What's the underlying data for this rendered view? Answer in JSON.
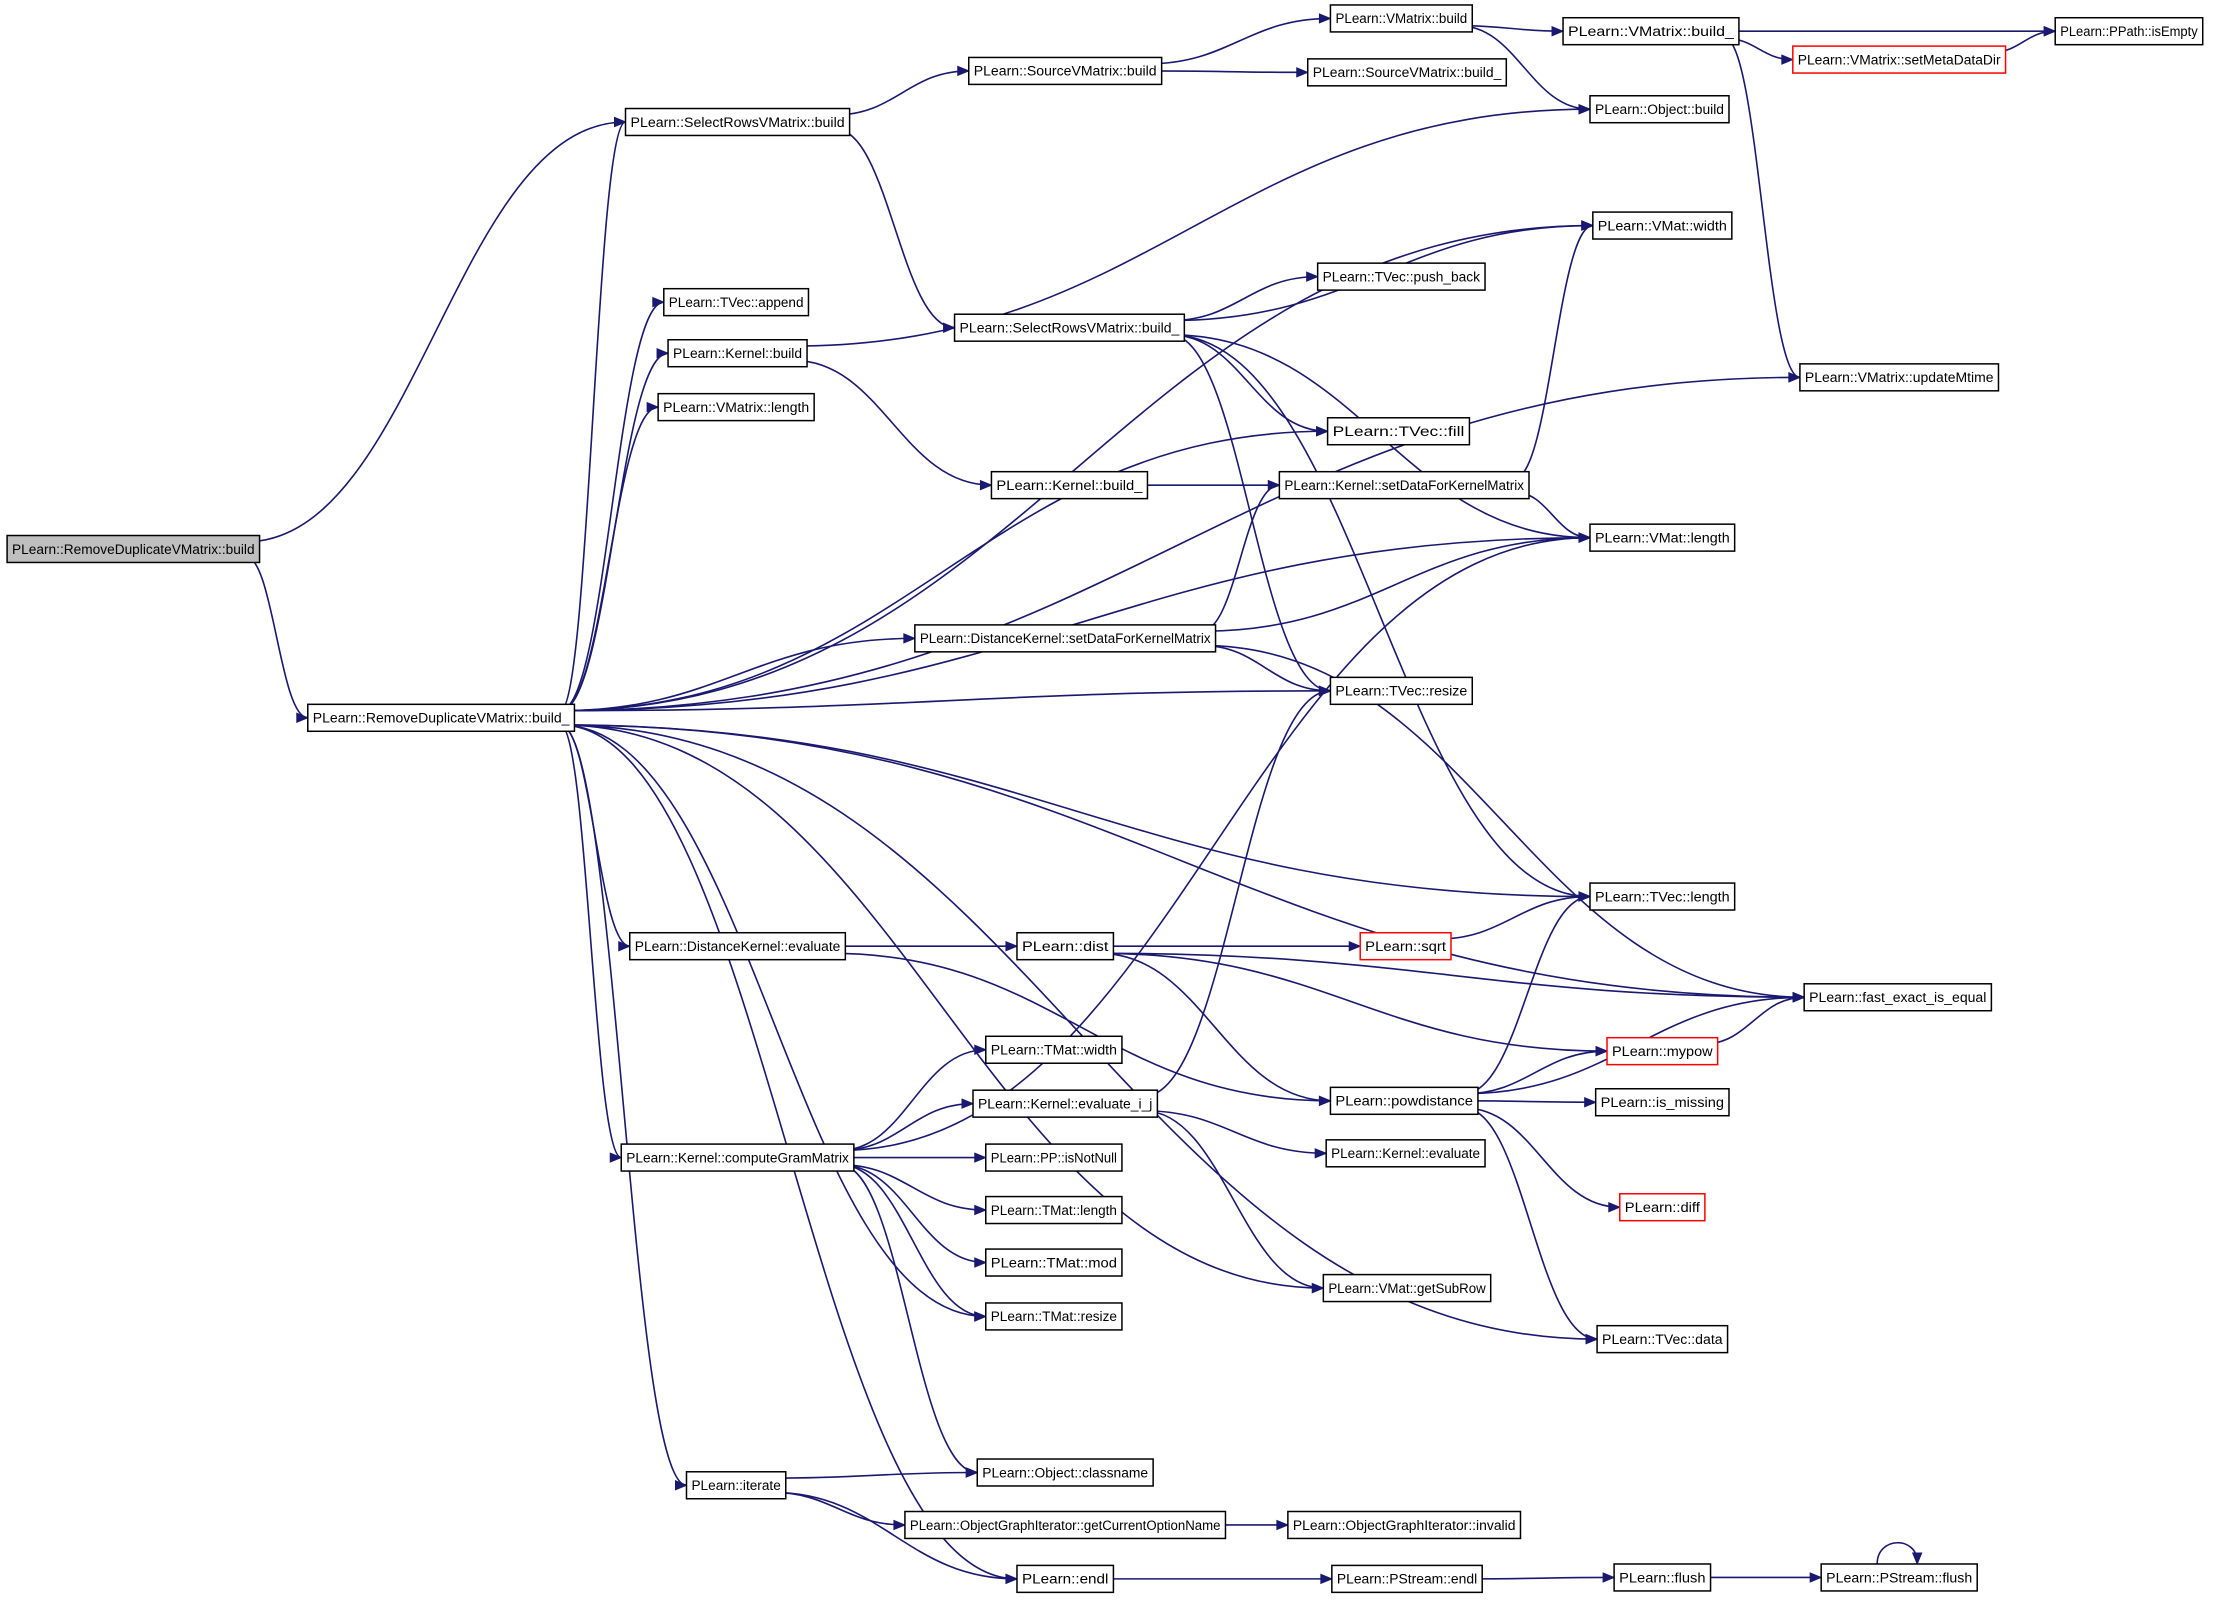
{
  "diagram": {
    "colors": {
      "edge": "#191970",
      "node_border": "#000000",
      "truncated_border": "#ff0000",
      "root_fill": "#bfbfbf",
      "node_fill": "#ffffff"
    },
    "nodes": [
      {
        "id": "rdv_build",
        "label": "PLearn::RemoveDuplicateVMatrix::build",
        "style": "root"
      },
      {
        "id": "rdv_build_",
        "label": "PLearn::RemoveDuplicateVMatrix::build_",
        "style": "normal"
      },
      {
        "id": "srv_build",
        "label": "PLearn::SelectRowsVMatrix::build",
        "style": "normal"
      },
      {
        "id": "srv_build_",
        "label": "PLearn::SelectRowsVMatrix::build_",
        "style": "normal"
      },
      {
        "id": "svm_build",
        "label": "PLearn::SourceVMatrix::build",
        "style": "normal"
      },
      {
        "id": "svm_build_",
        "label": "PLearn::SourceVMatrix::build_",
        "style": "normal"
      },
      {
        "id": "vmx_build",
        "label": "PLearn::VMatrix::build",
        "style": "normal"
      },
      {
        "id": "vmx_build_",
        "label": "PLearn::VMatrix::build_",
        "style": "normal"
      },
      {
        "id": "ppath_isempty",
        "label": "PLearn::PPath::isEmpty",
        "style": "normal"
      },
      {
        "id": "vmx_setmeta",
        "label": "PLearn::VMatrix::setMetaDataDir",
        "style": "truncated"
      },
      {
        "id": "obj_build",
        "label": "PLearn::Object::build",
        "style": "normal"
      },
      {
        "id": "vmat_width",
        "label": "PLearn::VMat::width",
        "style": "normal"
      },
      {
        "id": "tvec_pushback",
        "label": "PLearn::TVec::push_back",
        "style": "normal"
      },
      {
        "id": "tvec_append",
        "label": "PLearn::TVec::append",
        "style": "normal"
      },
      {
        "id": "kernel_build",
        "label": "PLearn::Kernel::build",
        "style": "normal"
      },
      {
        "id": "vmx_updatemtime",
        "label": "PLearn::VMatrix::updateMtime",
        "style": "normal"
      },
      {
        "id": "vmx_length",
        "label": "PLearn::VMatrix::length",
        "style": "normal"
      },
      {
        "id": "tvec_fill",
        "label": "PLearn::TVec::fill",
        "style": "normal"
      },
      {
        "id": "kernel_build_",
        "label": "PLearn::Kernel::build_",
        "style": "normal"
      },
      {
        "id": "kernel_setdata",
        "label": "PLearn::Kernel::setDataForKernelMatrix",
        "style": "normal"
      },
      {
        "id": "vmat_length",
        "label": "PLearn::VMat::length",
        "style": "normal"
      },
      {
        "id": "dk_setdata",
        "label": "PLearn::DistanceKernel::setDataForKernelMatrix",
        "style": "normal"
      },
      {
        "id": "tvec_resize",
        "label": "PLearn::TVec::resize",
        "style": "normal"
      },
      {
        "id": "tvec_length",
        "label": "PLearn::TVec::length",
        "style": "normal"
      },
      {
        "id": "dk_evaluate",
        "label": "PLearn::DistanceKernel::evaluate",
        "style": "normal"
      },
      {
        "id": "dist",
        "label": "PLearn::dist",
        "style": "normal"
      },
      {
        "id": "sqrt",
        "label": "PLearn::sqrt",
        "style": "truncated"
      },
      {
        "id": "fast_exact",
        "label": "PLearn::fast_exact_is_equal",
        "style": "normal"
      },
      {
        "id": "mypow",
        "label": "PLearn::mypow",
        "style": "truncated"
      },
      {
        "id": "tmat_width",
        "label": "PLearn::TMat::width",
        "style": "normal"
      },
      {
        "id": "kernel_eval_ij",
        "label": "PLearn::Kernel::evaluate_i_j",
        "style": "normal"
      },
      {
        "id": "powdistance",
        "label": "PLearn::powdistance",
        "style": "normal"
      },
      {
        "id": "is_missing",
        "label": "PLearn::is_missing",
        "style": "normal"
      },
      {
        "id": "kernel_compgram",
        "label": "PLearn::Kernel::computeGramMatrix",
        "style": "normal"
      },
      {
        "id": "pp_isnotnull",
        "label": "PLearn::PP::isNotNull",
        "style": "normal"
      },
      {
        "id": "kernel_evaluate",
        "label": "PLearn::Kernel::evaluate",
        "style": "normal"
      },
      {
        "id": "diff",
        "label": "PLearn::diff",
        "style": "truncated"
      },
      {
        "id": "tmat_length",
        "label": "PLearn::TMat::length",
        "style": "normal"
      },
      {
        "id": "tmat_mod",
        "label": "PLearn::TMat::mod",
        "style": "normal"
      },
      {
        "id": "vmat_getsubrow",
        "label": "PLearn::VMat::getSubRow",
        "style": "normal"
      },
      {
        "id": "tmat_resize",
        "label": "PLearn::TMat::resize",
        "style": "normal"
      },
      {
        "id": "tvec_data",
        "label": "PLearn::TVec::data",
        "style": "normal"
      },
      {
        "id": "iterate",
        "label": "PLearn::iterate",
        "style": "normal"
      },
      {
        "id": "obj_classname",
        "label": "PLearn::Object::classname",
        "style": "normal"
      },
      {
        "id": "ogi_getcur",
        "label": "PLearn::ObjectGraphIterator::getCurrentOptionName",
        "style": "normal"
      },
      {
        "id": "ogi_invalid",
        "label": "PLearn::ObjectGraphIterator::invalid",
        "style": "normal"
      },
      {
        "id": "endl",
        "label": "PLearn::endl",
        "style": "normal"
      },
      {
        "id": "pstream_endl",
        "label": "PLearn::PStream::endl",
        "style": "normal"
      },
      {
        "id": "flush",
        "label": "PLearn::flush",
        "style": "normal"
      },
      {
        "id": "pstream_flush",
        "label": "PLearn::PStream::flush",
        "style": "normal"
      }
    ],
    "edges": [
      [
        "rdv_build",
        "srv_build"
      ],
      [
        "rdv_build",
        "rdv_build_"
      ],
      [
        "srv_build",
        "svm_build"
      ],
      [
        "srv_build",
        "srv_build_"
      ],
      [
        "svm_build",
        "vmx_build"
      ],
      [
        "svm_build",
        "svm_build_"
      ],
      [
        "vmx_build",
        "vmx_build_"
      ],
      [
        "vmx_build",
        "obj_build"
      ],
      [
        "vmx_build_",
        "ppath_isempty"
      ],
      [
        "vmx_build_",
        "vmx_setmeta"
      ],
      [
        "vmx_build_",
        "vmx_updatemtime"
      ],
      [
        "vmx_setmeta",
        "ppath_isempty"
      ],
      [
        "srv_build_",
        "tvec_pushback"
      ],
      [
        "srv_build_",
        "vmat_width"
      ],
      [
        "srv_build_",
        "tvec_fill"
      ],
      [
        "srv_build_",
        "vmat_length"
      ],
      [
        "srv_build_",
        "tvec_resize"
      ],
      [
        "srv_build_",
        "tvec_length"
      ],
      [
        "rdv_build_",
        "srv_build"
      ],
      [
        "rdv_build_",
        "vmat_width"
      ],
      [
        "rdv_build_",
        "tvec_append"
      ],
      [
        "rdv_build_",
        "kernel_build"
      ],
      [
        "rdv_build_",
        "vmx_length"
      ],
      [
        "rdv_build_",
        "tvec_fill"
      ],
      [
        "rdv_build_",
        "vmat_length"
      ],
      [
        "rdv_build_",
        "dk_setdata"
      ],
      [
        "rdv_build_",
        "tvec_resize"
      ],
      [
        "rdv_build_",
        "vmx_updatemtime"
      ],
      [
        "rdv_build_",
        "fast_exact"
      ],
      [
        "rdv_build_",
        "tvec_length"
      ],
      [
        "rdv_build_",
        "dk_evaluate"
      ],
      [
        "rdv_build_",
        "kernel_compgram"
      ],
      [
        "rdv_build_",
        "tmat_resize"
      ],
      [
        "rdv_build_",
        "vmat_getsubrow"
      ],
      [
        "rdv_build_",
        "tvec_data"
      ],
      [
        "rdv_build_",
        "iterate"
      ],
      [
        "rdv_build_",
        "endl"
      ],
      [
        "kernel_build",
        "obj_build"
      ],
      [
        "kernel_build",
        "kernel_build_"
      ],
      [
        "kernel_build_",
        "kernel_setdata"
      ],
      [
        "kernel_setdata",
        "vmat_width"
      ],
      [
        "kernel_setdata",
        "vmat_length"
      ],
      [
        "dk_setdata",
        "kernel_setdata"
      ],
      [
        "dk_setdata",
        "vmat_length"
      ],
      [
        "dk_setdata",
        "tvec_resize"
      ],
      [
        "dk_setdata",
        "fast_exact"
      ],
      [
        "dk_evaluate",
        "dist"
      ],
      [
        "dk_evaluate",
        "powdistance"
      ],
      [
        "dist",
        "sqrt"
      ],
      [
        "dist",
        "fast_exact"
      ],
      [
        "dist",
        "mypow"
      ],
      [
        "dist",
        "powdistance"
      ],
      [
        "sqrt",
        "tvec_length"
      ],
      [
        "mypow",
        "fast_exact"
      ],
      [
        "powdistance",
        "tvec_length"
      ],
      [
        "powdistance",
        "mypow"
      ],
      [
        "powdistance",
        "is_missing"
      ],
      [
        "powdistance",
        "fast_exact"
      ],
      [
        "powdistance",
        "diff"
      ],
      [
        "powdistance",
        "tvec_data"
      ],
      [
        "kernel_compgram",
        "vmat_length"
      ],
      [
        "kernel_compgram",
        "tmat_width"
      ],
      [
        "kernel_compgram",
        "kernel_eval_ij"
      ],
      [
        "kernel_compgram",
        "pp_isnotnull"
      ],
      [
        "kernel_compgram",
        "tmat_length"
      ],
      [
        "kernel_compgram",
        "tmat_mod"
      ],
      [
        "kernel_compgram",
        "tmat_resize"
      ],
      [
        "kernel_compgram",
        "obj_classname"
      ],
      [
        "kernel_eval_ij",
        "tvec_resize"
      ],
      [
        "kernel_eval_ij",
        "kernel_evaluate"
      ],
      [
        "kernel_eval_ij",
        "vmat_getsubrow"
      ],
      [
        "iterate",
        "obj_classname"
      ],
      [
        "iterate",
        "ogi_getcur"
      ],
      [
        "iterate",
        "endl"
      ],
      [
        "ogi_getcur",
        "ogi_invalid"
      ],
      [
        "endl",
        "pstream_endl"
      ],
      [
        "pstream_endl",
        "flush"
      ],
      [
        "flush",
        "pstream_flush"
      ],
      [
        "pstream_flush",
        "pstream_flush"
      ]
    ]
  }
}
